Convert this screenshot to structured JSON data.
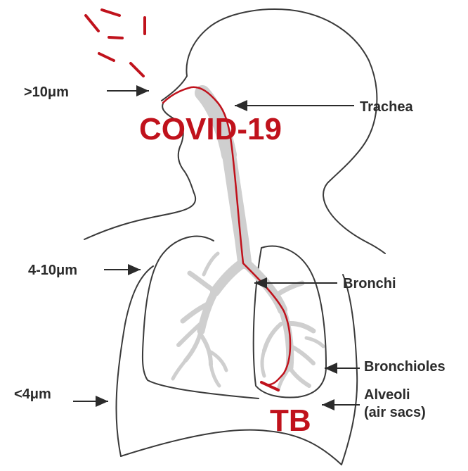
{
  "labels": {
    "size_gt10": ">10μm",
    "size_4_10": "4-10μm",
    "size_lt4": "<4μm",
    "trachea": "Trachea",
    "bronchi": "Bronchi",
    "bronchioles": "Bronchioles",
    "alveoli_line1": "Alveoli",
    "alveoli_line2": "(air sacs)"
  },
  "annotations": {
    "covid": "COVID-19",
    "tb": "TB"
  },
  "colors": {
    "accent_red": "#c0121c",
    "outline": "#3a3a3a",
    "airway_gray": "#cfcfcf"
  }
}
